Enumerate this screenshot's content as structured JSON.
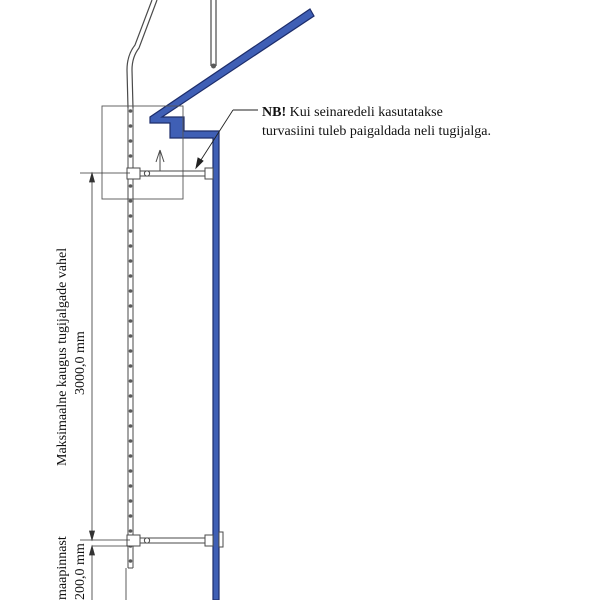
{
  "note": {
    "prefix": "NB!",
    "line1": " Kui seinaredeli kasutatakse",
    "line2": "turvasiini tuleb paigaldada neli tugijalga."
  },
  "dimensions": {
    "label_main": "Maksimaalne kaugus tugijalgade vahel",
    "value_main": "3000,0 mm",
    "label_small": "maapinnast",
    "value_small": "200,0 mm"
  },
  "colors": {
    "wall": "#3f5fb5",
    "wall_outline": "#1d2d6b",
    "ladder": "#4a4a4a",
    "bolt": "#5a5a5a"
  }
}
